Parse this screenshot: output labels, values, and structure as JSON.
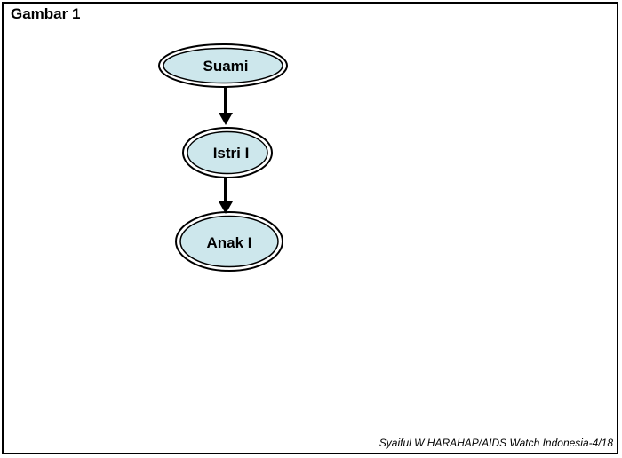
{
  "title": "Gambar 1",
  "credit": "Syaiful W HARAHAP/AIDS Watch Indonesia-4/18",
  "colors": {
    "node_fill": "#cde7ec",
    "node_stroke": "#000000",
    "arrow": "#000000"
  },
  "nodes": [
    {
      "label": "Suami"
    },
    {
      "label": "Istri I"
    },
    {
      "label": "Anak I"
    }
  ],
  "edges": [
    {
      "from": "Suami",
      "to": "Istri I"
    },
    {
      "from": "Istri I",
      "to": "Anak I"
    }
  ]
}
